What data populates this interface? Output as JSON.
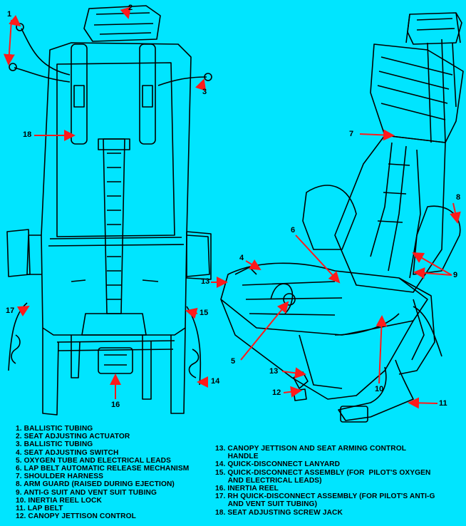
{
  "callouts": {
    "c1": "1",
    "c2": "2",
    "c3": "3",
    "c4": "4",
    "c5": "5",
    "c6": "6",
    "c7": "7",
    "c8": "8",
    "c9": "9",
    "c10": "10",
    "c11": "11",
    "c12": "12",
    "c13a": "13",
    "c13b": "13",
    "c14": "14",
    "c15": "15",
    "c16": "16",
    "c17": "17",
    "c18": "18"
  },
  "legend": {
    "left": [
      "1. BALLISTIC TUBING",
      "2. SEAT ADJUSTING ACTUATOR",
      "3. BALLISTIC TUBING",
      "4. SEAT ADJUSTING SWITCH",
      "5. OXYGEN TUBE AND ELECTRICAL LEADS",
      "6. LAP BELT AUTOMATIC RELEASE MECHANISM",
      "7. SHOULDER HARNESS",
      "8. ARM GUARD (RAISED DURING EJECTION)",
      "9. ANTI-G SUIT AND VENT SUIT TUBING",
      "10. INERTIA REEL LOCK",
      "11. LAP BELT",
      "12. CANOPY JETTISON CONTROL"
    ],
    "right": [
      "13. CANOPY JETTISON AND SEAT ARMING CONTROL\n      HANDLE",
      "14. QUICK-DISCONNECT LANYARD",
      "15. QUICK-DISCONNECT ASSEMBLY (FOR  PILOT'S OXYGEN\n      AND ELECTRICAL LEADS)",
      "16. INERTIA REEL",
      "17. RH QUICK-DISCONNECT ASSEMBLY (FOR PILOT'S ANTI-G\n      AND VENT SUIT TUBING)",
      "18. SEAT ADJUSTING SCREW JACK"
    ]
  },
  "colors": {
    "background": "#00e5ff",
    "arrows": "#ff1a1a",
    "ink": "#000000"
  }
}
